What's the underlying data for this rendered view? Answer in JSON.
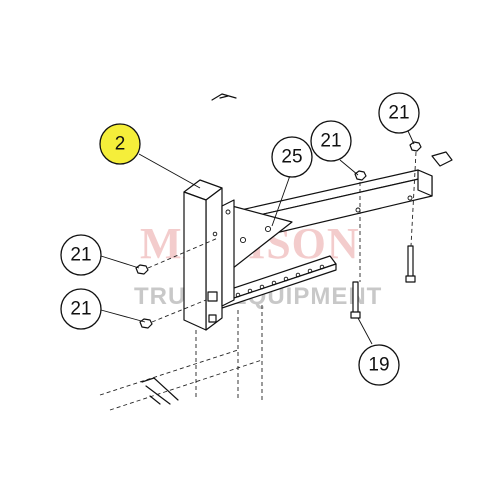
{
  "watermark": {
    "brand": "MADISON",
    "subtitle": "TRUCK EQUIPMENT",
    "brand_color": "#e9a3a3",
    "subtitle_color": "#9a9a9a"
  },
  "highlight_color": "#f5ee3a",
  "callouts": [
    {
      "label": "2",
      "highlighted": true
    },
    {
      "label": "25",
      "highlighted": false
    },
    {
      "label": "21",
      "highlighted": false
    },
    {
      "label": "21",
      "highlighted": false
    },
    {
      "label": "21",
      "highlighted": false
    },
    {
      "label": "21",
      "highlighted": false
    },
    {
      "label": "19",
      "highlighted": false
    }
  ]
}
